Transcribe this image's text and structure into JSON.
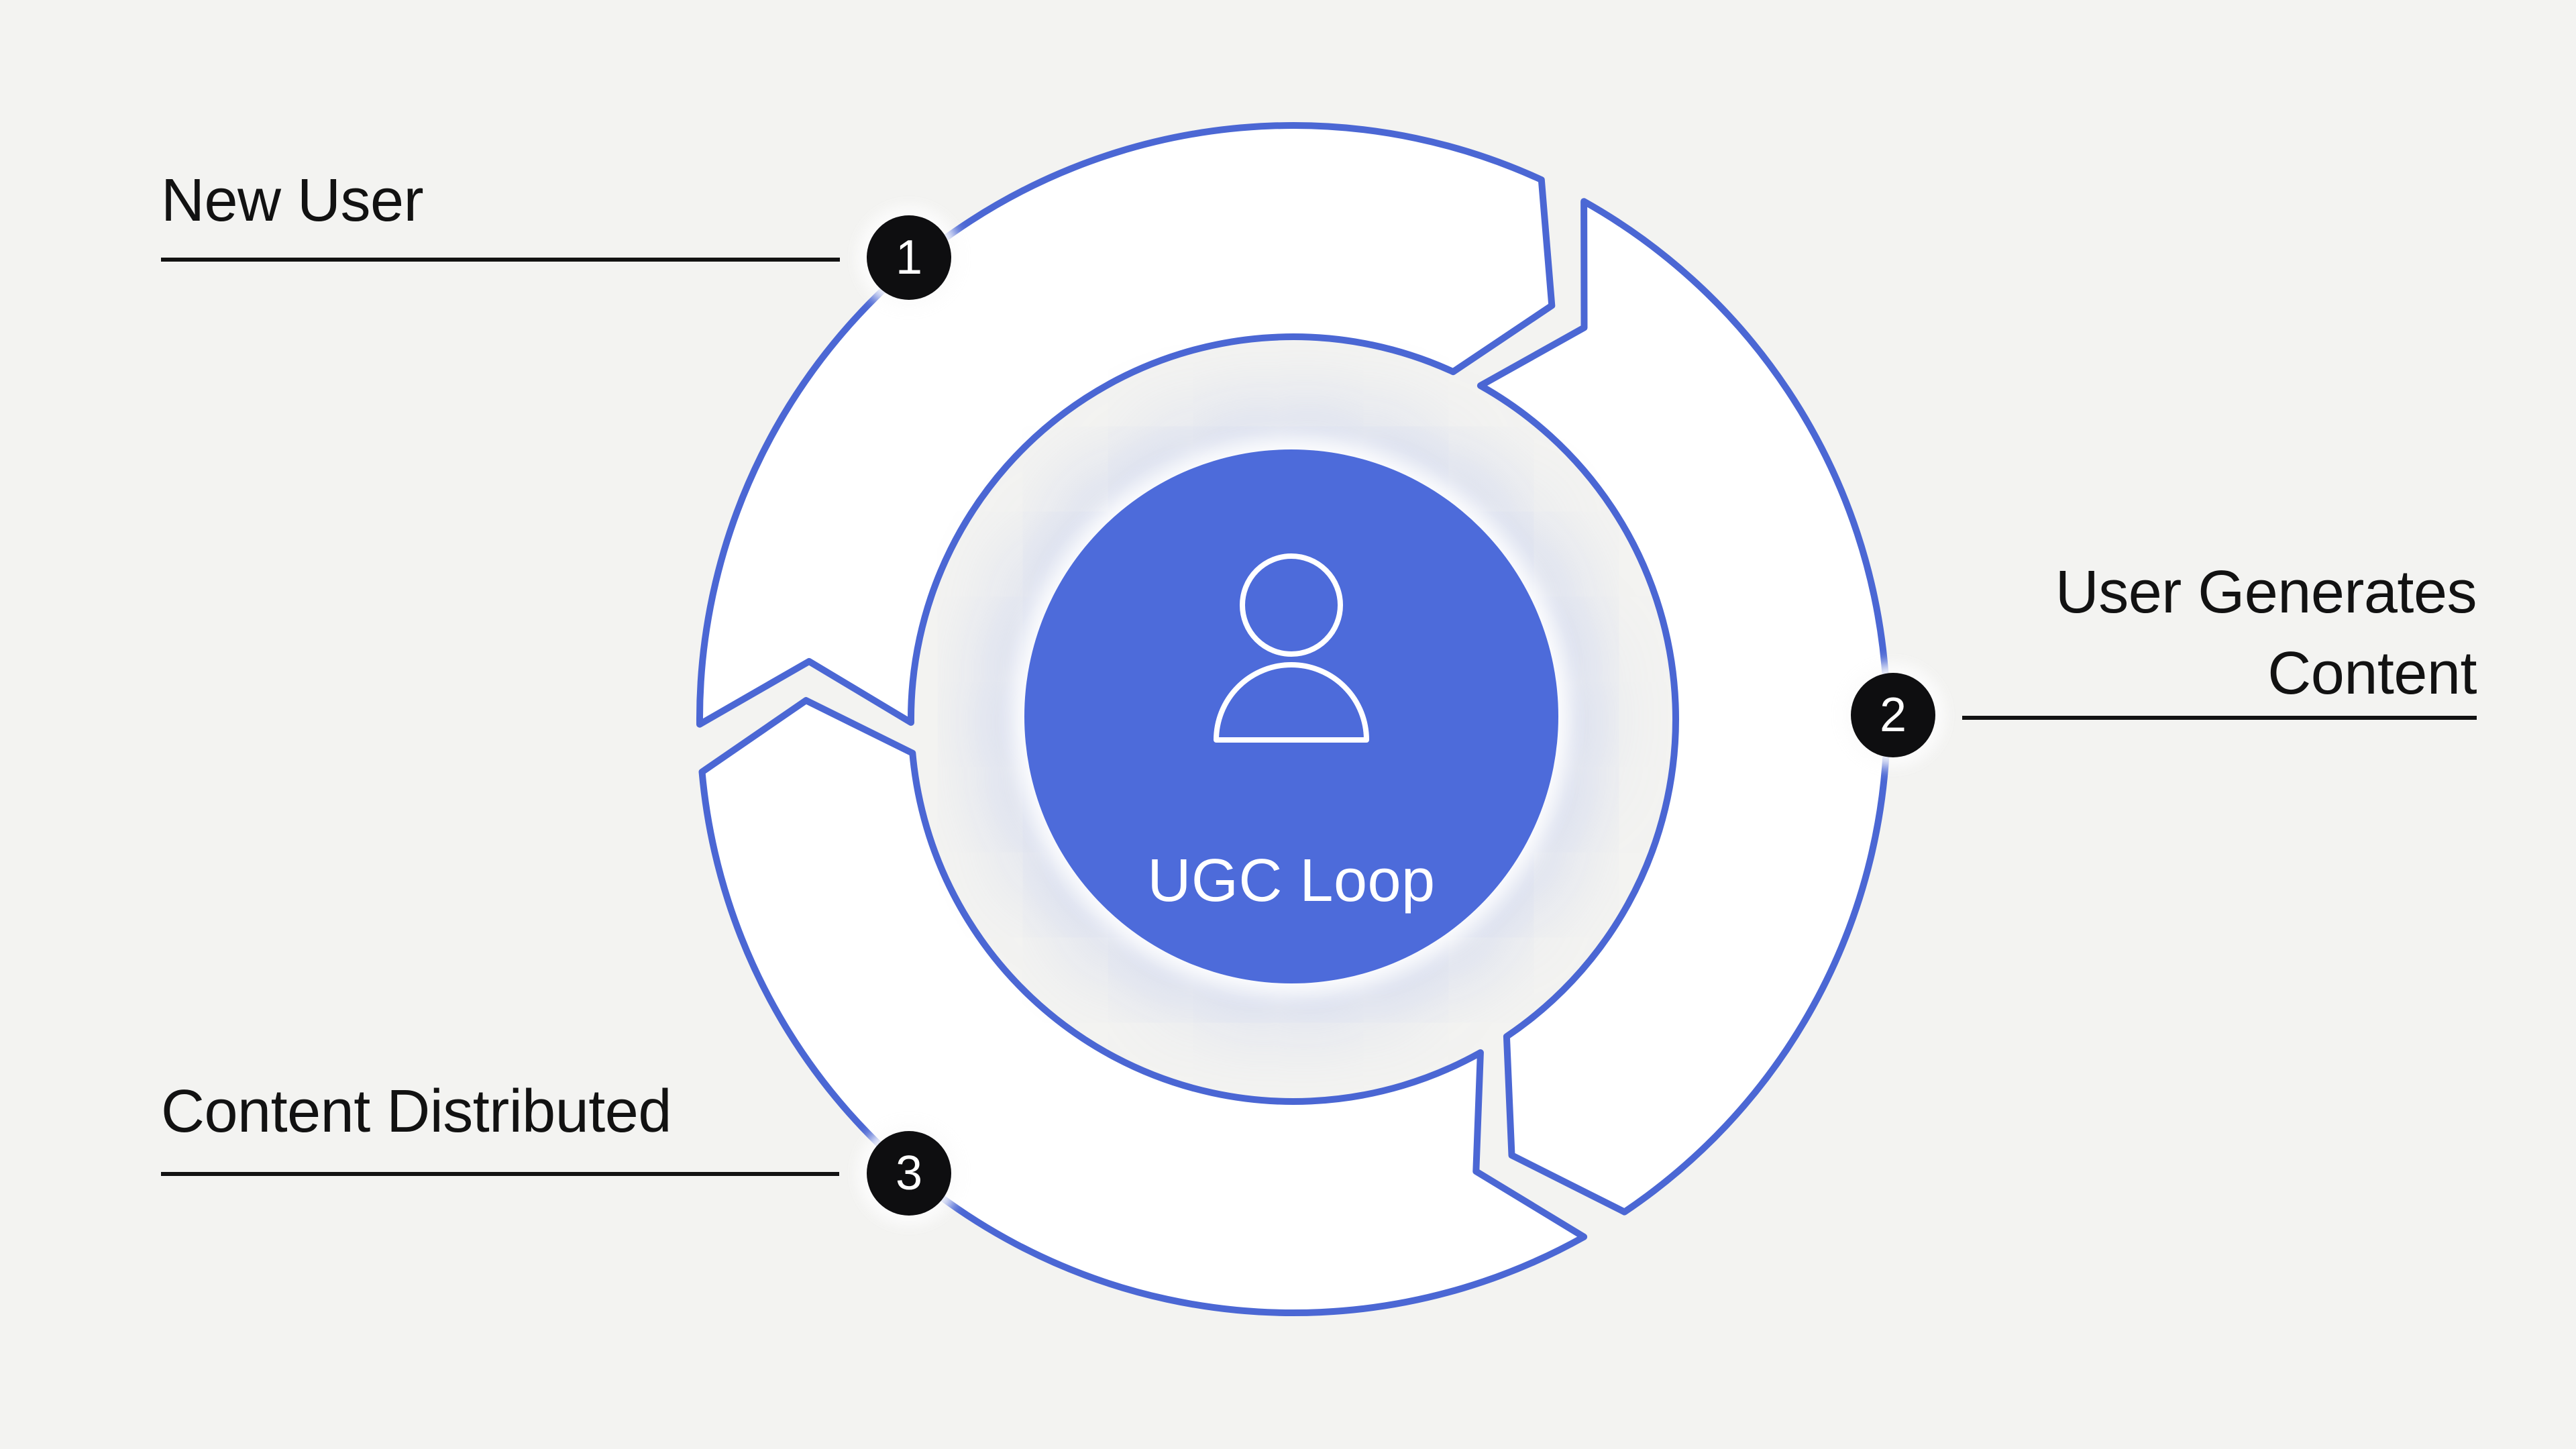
{
  "title": "UGC Loop",
  "colors": {
    "background": "#f3f3f1",
    "ring_stroke": "#4b67d4",
    "ring_fill": "#ffffff",
    "disc_fill": "#4d6bda",
    "badge_fill": "#0e0e10",
    "badge_text": "#ffffff",
    "label_text": "#121212",
    "line": "#121212"
  },
  "center": {
    "label": "UGC Loop",
    "icon": "person-icon"
  },
  "steps": [
    {
      "number": "1",
      "label": "New User",
      "lines": [
        "New User"
      ]
    },
    {
      "number": "2",
      "label": "User Generates Content",
      "lines": [
        "User Generates",
        "Content"
      ]
    },
    {
      "number": "3",
      "label": "Content Distributed",
      "lines": [
        "Content Distributed"
      ]
    }
  ]
}
